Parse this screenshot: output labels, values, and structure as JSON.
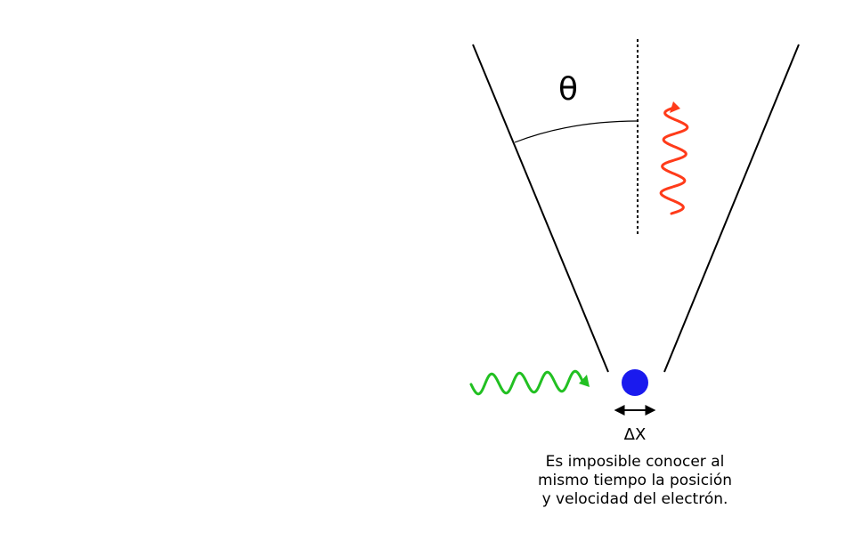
{
  "labels": {
    "angle_symbol": "θ",
    "uncertainty_label": "ΔX",
    "caption_lines": [
      "Es imposible conocer al",
      "mismo tiempo la posición",
      "y velocidad del electrón."
    ]
  },
  "colors": {
    "background": "#ffffff",
    "lines": "#000000",
    "electron": "#1a1aee",
    "incoming_photon": "#22c022",
    "scattered_photon": "#ff3b1a"
  }
}
